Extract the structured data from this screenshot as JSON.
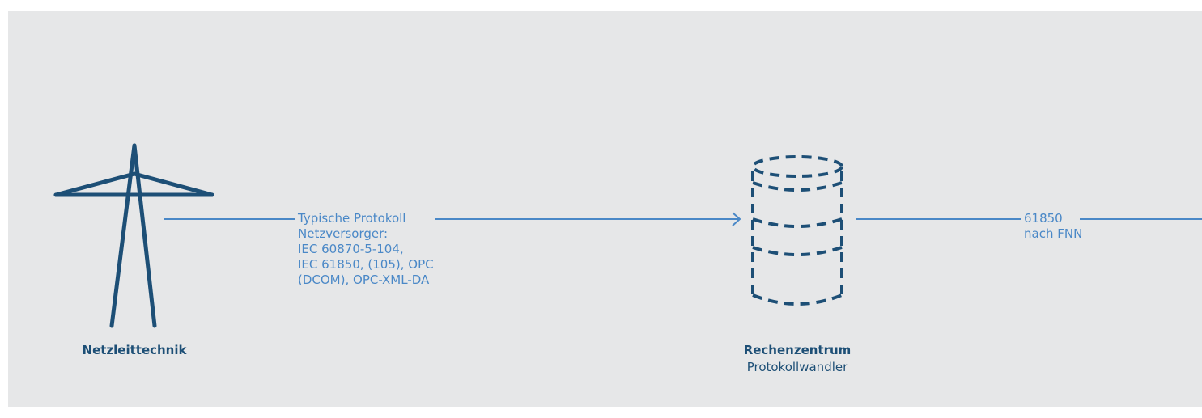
{
  "nodes": {
    "grid_control": {
      "title": "Netzleittechnik",
      "icon": "power-pylon-icon"
    },
    "data_center": {
      "title": "Rechenzentrum",
      "subtitle": "Protokollwandler",
      "icon": "database-icon"
    }
  },
  "connections": {
    "grid_to_datacenter": {
      "lines": [
        "Typische Protokoll",
        "Netzversorger:",
        "IEC 60870-5-104,",
        "IEC 61850, (105), OPC",
        "(DCOM), OPC-XML-DA"
      ]
    },
    "datacenter_out": {
      "lines": [
        "61850",
        "nach FNN"
      ]
    }
  },
  "colors": {
    "background": "#e6e7e8",
    "icon": "#1d4f76",
    "connector": "#4a88c7"
  }
}
